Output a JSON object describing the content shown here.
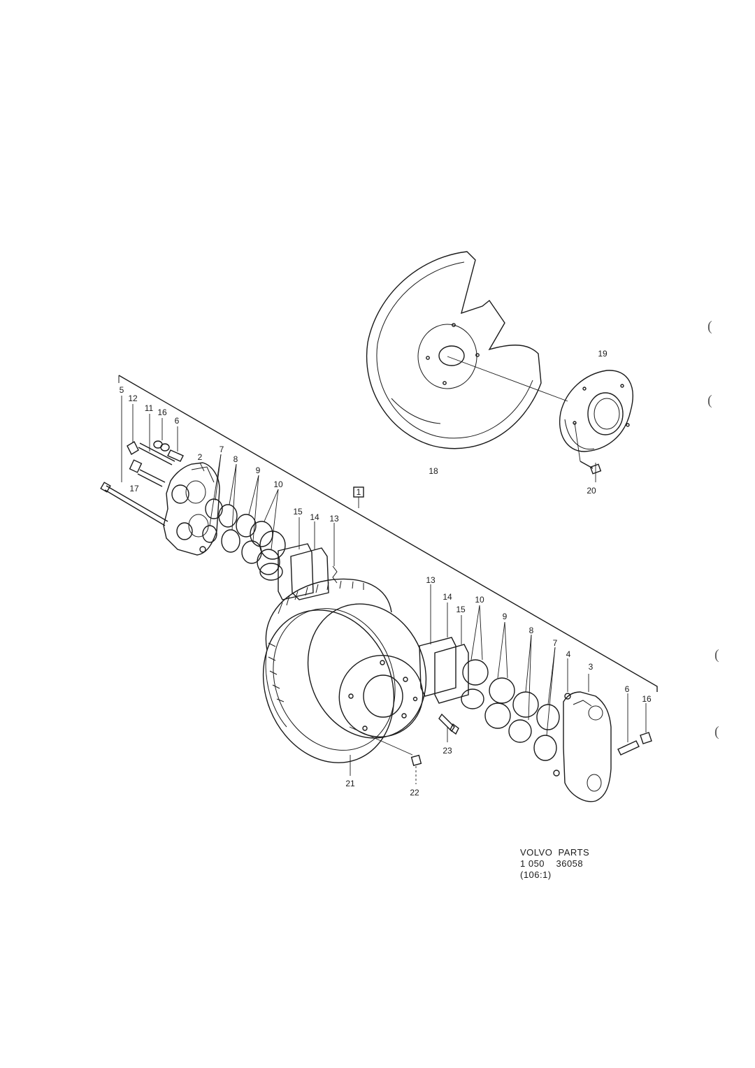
{
  "labels": {
    "group": "1",
    "left": [
      "5",
      "12",
      "11",
      "16",
      "6",
      "2",
      "17",
      "7",
      "8",
      "9",
      "10",
      "15",
      "14",
      "13"
    ],
    "right": [
      "13",
      "14",
      "15",
      "10",
      "9",
      "8",
      "7",
      "4",
      "3",
      "6",
      "16"
    ],
    "disc": "21",
    "bolt_22": "22",
    "bolt_23": "23",
    "shield": "18",
    "ring": "19",
    "bolt_20": "20"
  },
  "footer": {
    "line1": "VOLVO  PARTS",
    "line2": "1 050    36058",
    "line3": "(106:1)"
  },
  "margin_marks": [
    "(",
    "(",
    "(",
    "("
  ]
}
